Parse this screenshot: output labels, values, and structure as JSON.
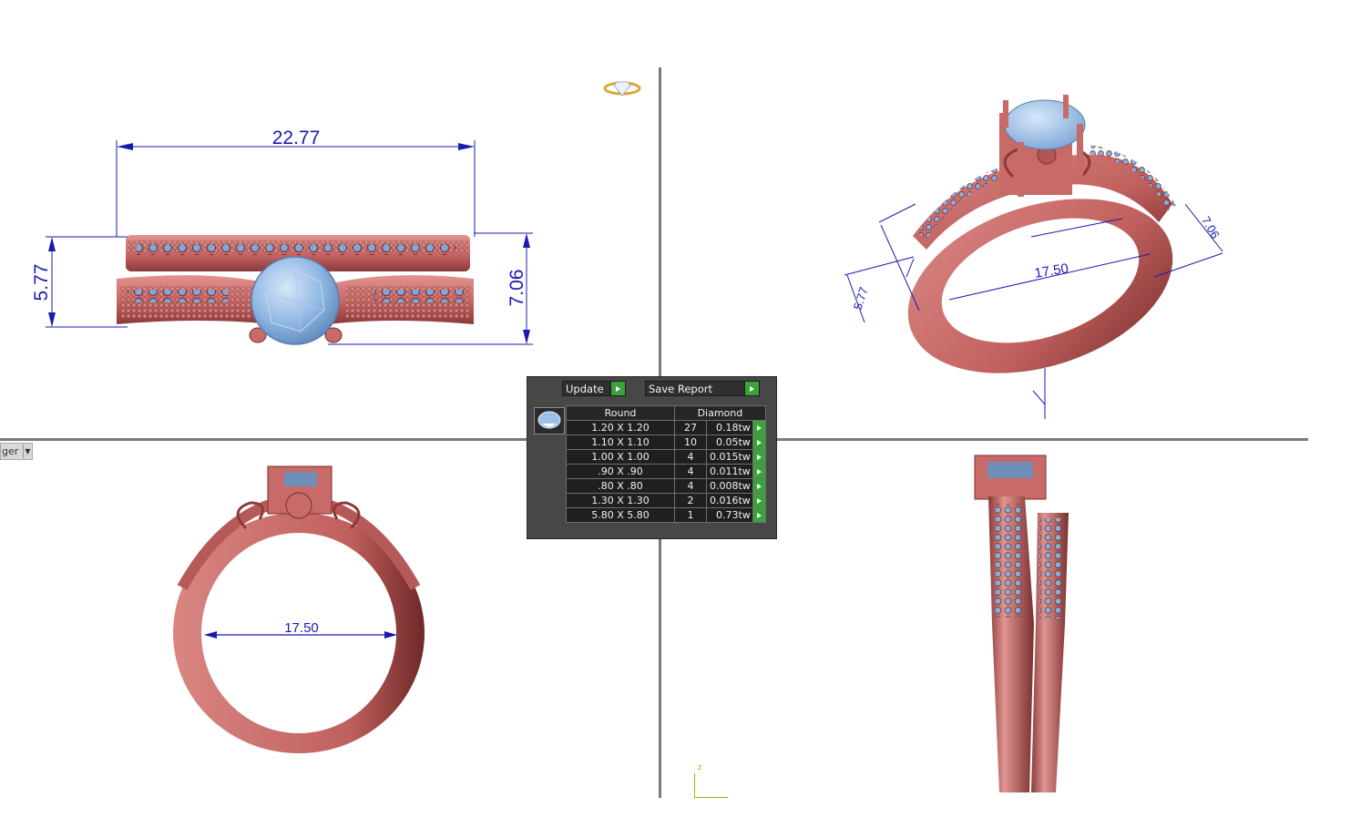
{
  "viewport_label": "ger",
  "dimensions": {
    "front_width": "22.77",
    "front_height_left": "5.77",
    "front_height_right": "7.06",
    "persp_inner": "17.50",
    "persp_height_right": "7.06",
    "persp_height_left": "5.77",
    "side_inner": "17.50"
  },
  "axis": {
    "z": "z"
  },
  "panel": {
    "update_label": "Update",
    "save_report_label": "Save Report",
    "col_shape": "Round",
    "col_material": "Diamond",
    "rows": [
      {
        "size": "1.20 X 1.20",
        "count": "27",
        "weight": "0.18tw"
      },
      {
        "size": "1.10 X 1.10",
        "count": "10",
        "weight": "0.05tw"
      },
      {
        "size": "1.00 X 1.00",
        "count": "4",
        "weight": "0.015tw"
      },
      {
        "size": ".90 X .90",
        "count": "4",
        "weight": "0.011tw"
      },
      {
        "size": ".80 X .80",
        "count": "4",
        "weight": "0.008tw"
      },
      {
        "size": "1.30 X 1.30",
        "count": "2",
        "weight": "0.016tw"
      },
      {
        "size": "5.80 X 5.80",
        "count": "1",
        "weight": "0.73tw"
      }
    ]
  },
  "colors": {
    "metal": "#c86a68",
    "metal_dark": "#7a2f2e",
    "stone": "#8eb6e2",
    "dimension": "#1a1ab0",
    "panel_bg": "#474747",
    "button_green": "#3aa33a"
  }
}
